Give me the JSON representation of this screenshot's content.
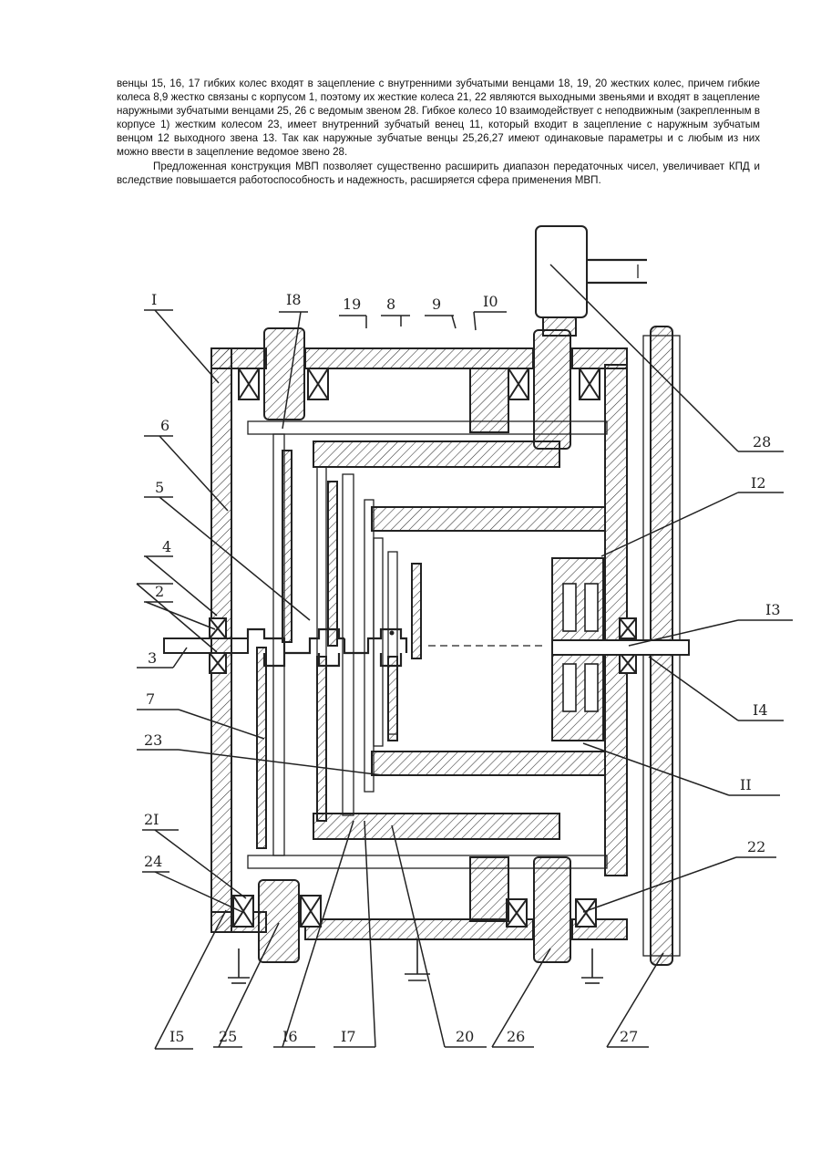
{
  "document": {
    "paragraphs": [
      "венцы 15, 16, 17 гибких колес входят в зацепление с внутренними зубчатыми венцами 18, 19, 20 жестких колес, причем гибкие колеса 8,9 жестко связаны с корпусом 1, поэтому их жесткие колеса 21, 22 являются выходными звеньями и входят в зацепление наружными зубчатыми венцами 25, 26 с ведомым звеном 28. Гибкое колесо 10 взаимодействует с неподвижным (закрепленным в корпусе 1) жестким колесом 23, имеет внутренний зубчатый венец 11, который входит в зацепление с наружным зубчатым венцом 12 выходного звена 13. Так как наружные зубчатые венцы 25,26,27 имеют одинаковые параметры и с любым из них можно ввести в зацепление ведомое звено 28.",
      "Предложенная конструкция МВП позволяет существенно расширить диапазон передаточных чисел, увеличивает КПД и вследствие повышается работоспособность и надежность, расширяется сфера применения МВП."
    ]
  },
  "figure": {
    "labels": {
      "l_I": "I",
      "l_18": "I8",
      "l_19": "19",
      "l_8": "8",
      "l_9": "9",
      "l_10": "I0",
      "l_6": "6",
      "l_5": "5",
      "l_4": "4",
      "l_2": "2",
      "l_3": "3",
      "l_7": "7",
      "l_23": "23",
      "l_21": "2I",
      "l_24": "24",
      "l_28": "28",
      "l_12": "I2",
      "l_13": "I3",
      "l_14": "I4",
      "l_11": "II",
      "l_22": "22",
      "l_15": "I5",
      "l_25": "25",
      "l_16": "I6",
      "l_17": "I7",
      "l_20": "20",
      "l_26": "26",
      "l_27": "27"
    }
  }
}
